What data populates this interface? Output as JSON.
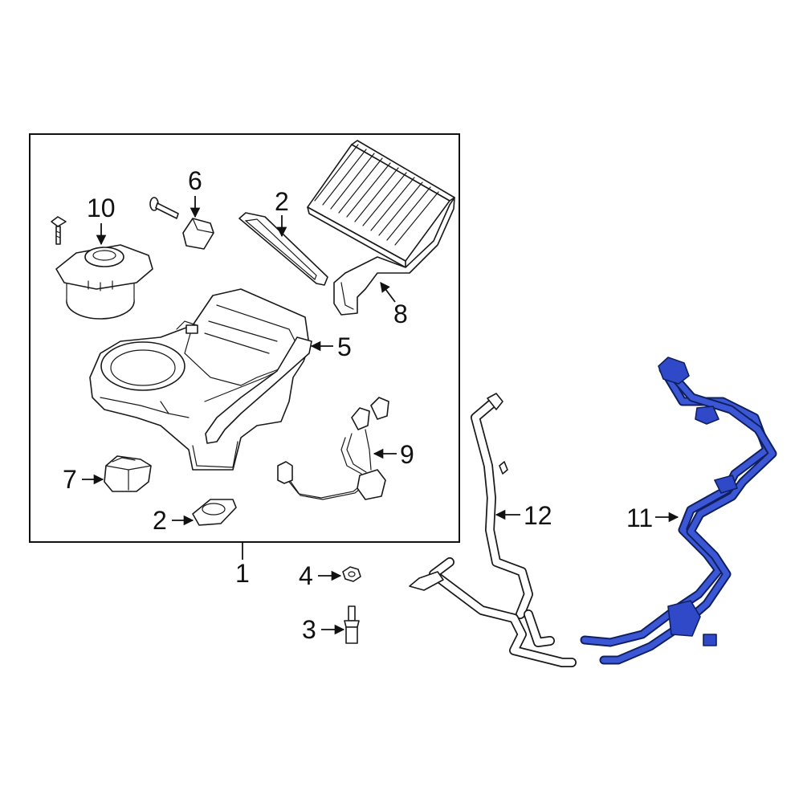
{
  "colors": {
    "highlight": "#2f49c8",
    "highlight_outline": "#10205f",
    "line": "#1a1a1a",
    "background": "#ffffff"
  },
  "callouts": {
    "c1": "1",
    "c2a": "2",
    "c2b": "2",
    "c3": "3",
    "c4": "4",
    "c5": "5",
    "c6": "6",
    "c7": "7",
    "c8": "8",
    "c9": "9",
    "c10": "10",
    "c11": "11",
    "c12": "12"
  },
  "highlighted_part": "11"
}
